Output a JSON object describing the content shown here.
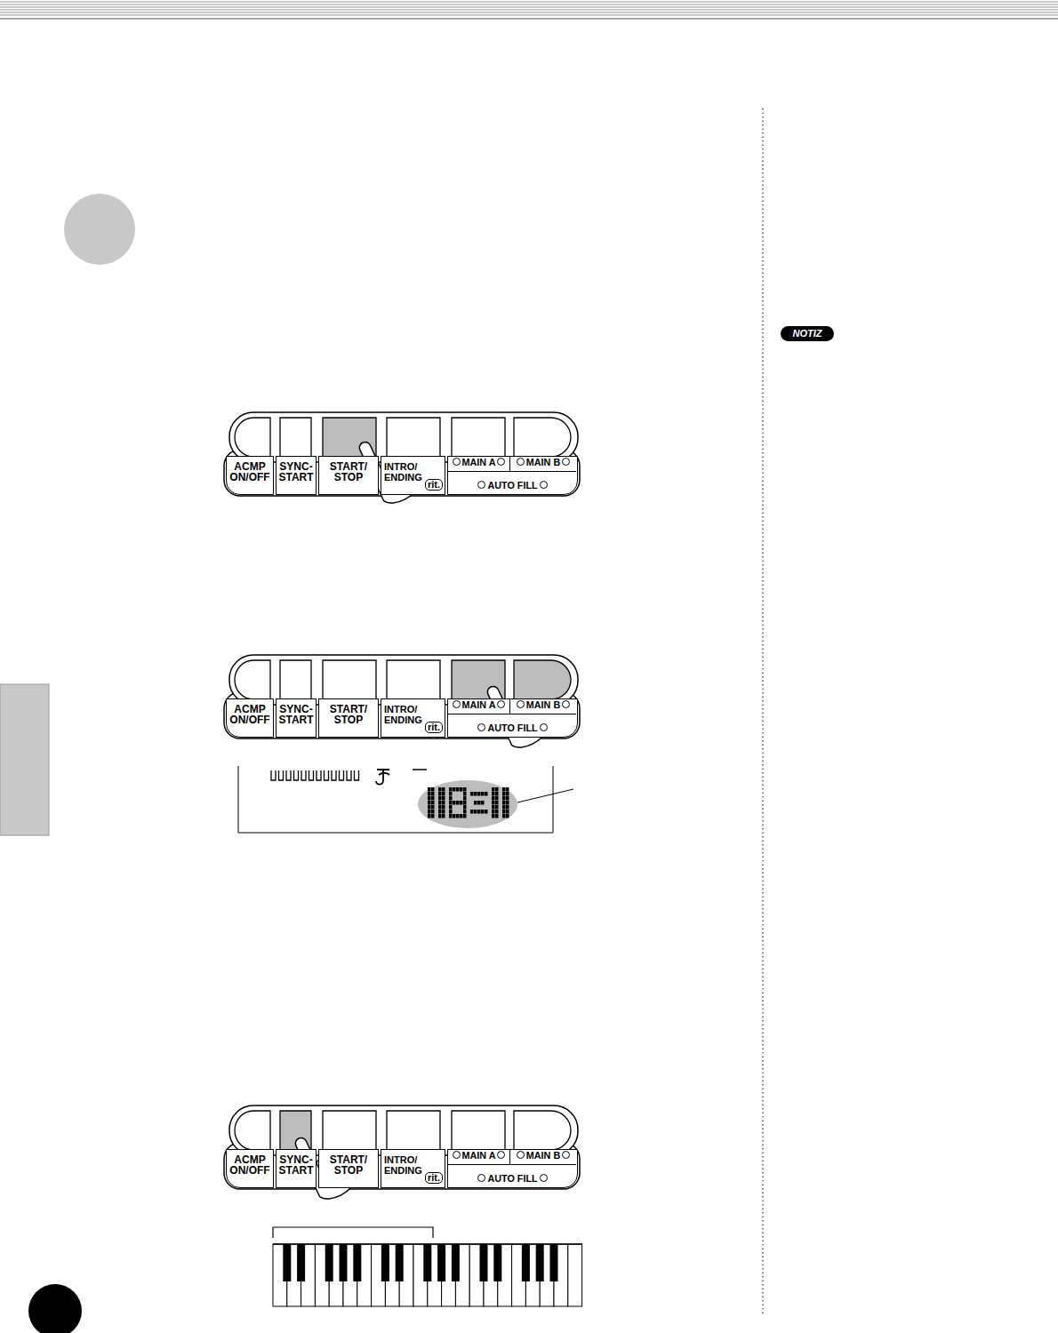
{
  "diagram": {
    "nodes": [
      {
        "text": [
          "ACMP ON/OFF"
        ]
      },
      {
        "text": [
          "SYNC- START"
        ]
      },
      {
        "text": [
          "START/ STOP"
        ]
      },
      {
        "text": [
          "INTRO/ ENDING",
          "rit."
        ]
      },
      {
        "text": [
          "AUTO FILL"
        ]
      },
      {
        "text": [
          "MAIN A"
        ],
        "in": 4
      },
      {
        "text": [
          "MAIN B"
        ],
        "in": 4
      },
      {
        "text": [
          "ACMP ON/OFF"
        ]
      },
      {
        "text": [
          "SYNC- START"
        ]
      },
      {
        "text": [
          "START/ STOP"
        ]
      },
      {
        "text": [
          "INTRO/ ENDING",
          "rit."
        ]
      },
      {
        "text": [
          "AUTO FILL"
        ]
      },
      {
        "text": [
          "MAIN A"
        ],
        "in": 11
      },
      {
        "text": [
          "MAIN B"
        ],
        "in": 11
      },
      {
        "text": [
          "ACMP ON/OFF"
        ]
      },
      {
        "text": [
          "SYNC- START"
        ]
      },
      {
        "text": [
          "START/ STOP"
        ]
      },
      {
        "text": [
          "INTRO/ ENDING",
          "rit."
        ]
      },
      {
        "text": [
          "AUTO FILL"
        ]
      },
      {
        "text": [
          "MAIN A"
        ],
        "in": 18
      },
      {
        "text": [
          "MAIN B"
        ],
        "in": 18
      }
    ],
    "labels": [
      "NOTIZ"
    ]
  }
}
